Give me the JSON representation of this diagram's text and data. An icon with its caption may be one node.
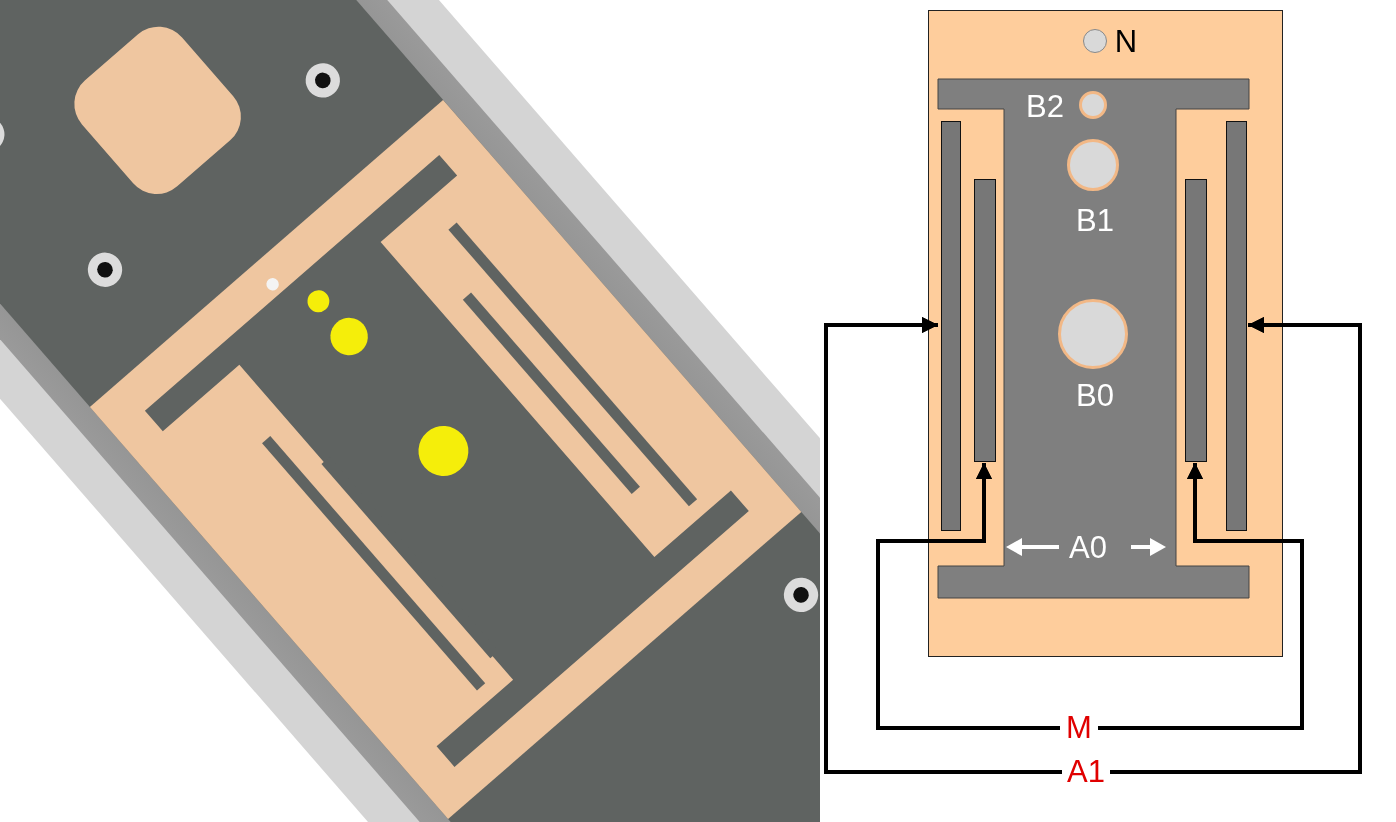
{
  "diagram": {
    "nodes": [
      {
        "text": [],
        "shape": "box"
      },
      {
        "text": [],
        "shape": "circle",
        "beside": [
          "N"
        ],
        "in": 0
      },
      {
        "text": [
          "A0"
        ],
        "in": 0
      },
      {
        "text": [],
        "shape": "circle",
        "beside": [
          "B2"
        ],
        "in": 2
      },
      {
        "text": [],
        "shape": "circle",
        "beside": [
          "B1"
        ],
        "in": 2
      },
      {
        "text": [],
        "shape": "circle",
        "beside": [
          "B0"
        ],
        "in": 2
      },
      {
        "text": [],
        "shape": "bar",
        "in": 0
      },
      {
        "text": [],
        "shape": "bar",
        "in": 0
      },
      {
        "text": [],
        "shape": "bar",
        "in": 0
      },
      {
        "text": [],
        "shape": "bar",
        "in": 0
      },
      {
        "text": [
          "M"
        ]
      },
      {
        "text": [
          "A1"
        ]
      }
    ],
    "edges": [
      {
        "from": 10,
        "to": 7,
        "arrow": "to"
      },
      {
        "from": 10,
        "to": 8,
        "arrow": "to"
      },
      {
        "from": 11,
        "to": 6,
        "arrow": "to"
      },
      {
        "from": 11,
        "to": 9,
        "arrow": "to"
      }
    ]
  }
}
